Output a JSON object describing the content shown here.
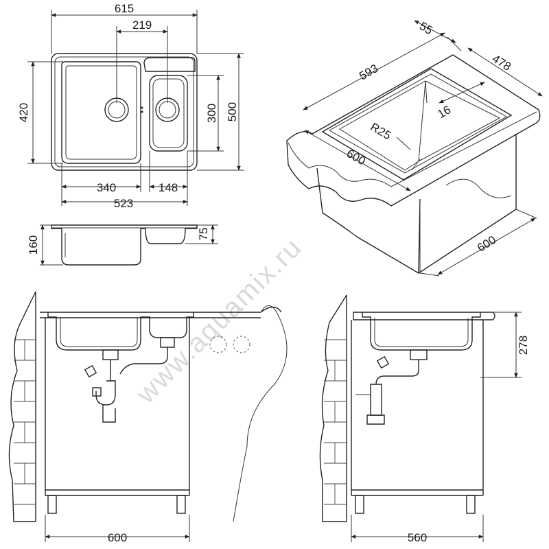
{
  "top_view": {
    "overall_width": "615",
    "center_spacing": "219",
    "overall_depth": "500",
    "depth_420": "420",
    "small_bowl_depth": "300",
    "large_bowl_width": "340",
    "small_bowl_width": "148",
    "bowls_total_width": "523"
  },
  "side_view": {
    "depth_160": "160",
    "depth_75": "75"
  },
  "iso_view": {
    "dim_55": "55",
    "dim_593": "593",
    "dim_478": "478",
    "dim_16": "16",
    "radius": "R25",
    "dim_600_top": "600",
    "dim_600_side": "600"
  },
  "front_view": {
    "width": "600"
  },
  "side_install_view": {
    "width": "560",
    "height": "278"
  },
  "watermark": "www.aquamix.ru",
  "colors": {
    "line": "#222222",
    "background": "#ffffff",
    "watermark": "#d9d9d9"
  }
}
